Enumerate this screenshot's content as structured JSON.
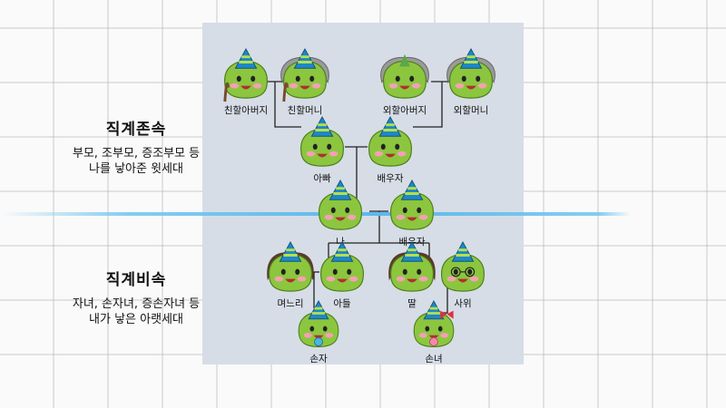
{
  "direct_ascendants": {
    "title": "직계존속",
    "desc_line1": "부모, 조부모, 증조부모 등",
    "desc_line2": "나를 낳아준 윗세대"
  },
  "direct_descendants": {
    "title": "직계비속",
    "desc_line1": "자녀, 손자녀, 증손자녀 등",
    "desc_line2": "내가 낳은 아랫세대"
  },
  "people": {
    "paternal_grandfather": "친할아버지",
    "paternal_grandmother": "친할머니",
    "maternal_grandfather": "외할아버지",
    "maternal_grandmother": "외할머니",
    "father": "아빠",
    "father_spouse": "배우자",
    "me": "나",
    "my_spouse": "배우자",
    "daughter_in_law": "며느리",
    "son": "아들",
    "daughter": "딸",
    "son_in_law": "사위",
    "grandson": "손자",
    "granddaughter": "손녀"
  },
  "colors": {
    "panel": "#d6dde6",
    "character_green": "#8cc63f",
    "hat_blue": "#1e88c8",
    "hat_stripe": "#b5e04a",
    "highlight_line": "#5bb8ee"
  }
}
